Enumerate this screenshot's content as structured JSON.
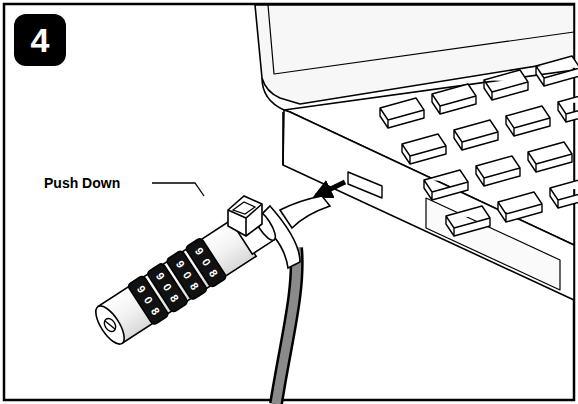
{
  "diagram": {
    "nodes": [
      {
        "text": [
          "4"
        ]
      }
    ],
    "labels": [
      "Push Down",
      "9",
      "0",
      "8",
      "9",
      "0",
      "8",
      "9",
      "0",
      "8",
      "9",
      "0",
      "8"
    ]
  }
}
